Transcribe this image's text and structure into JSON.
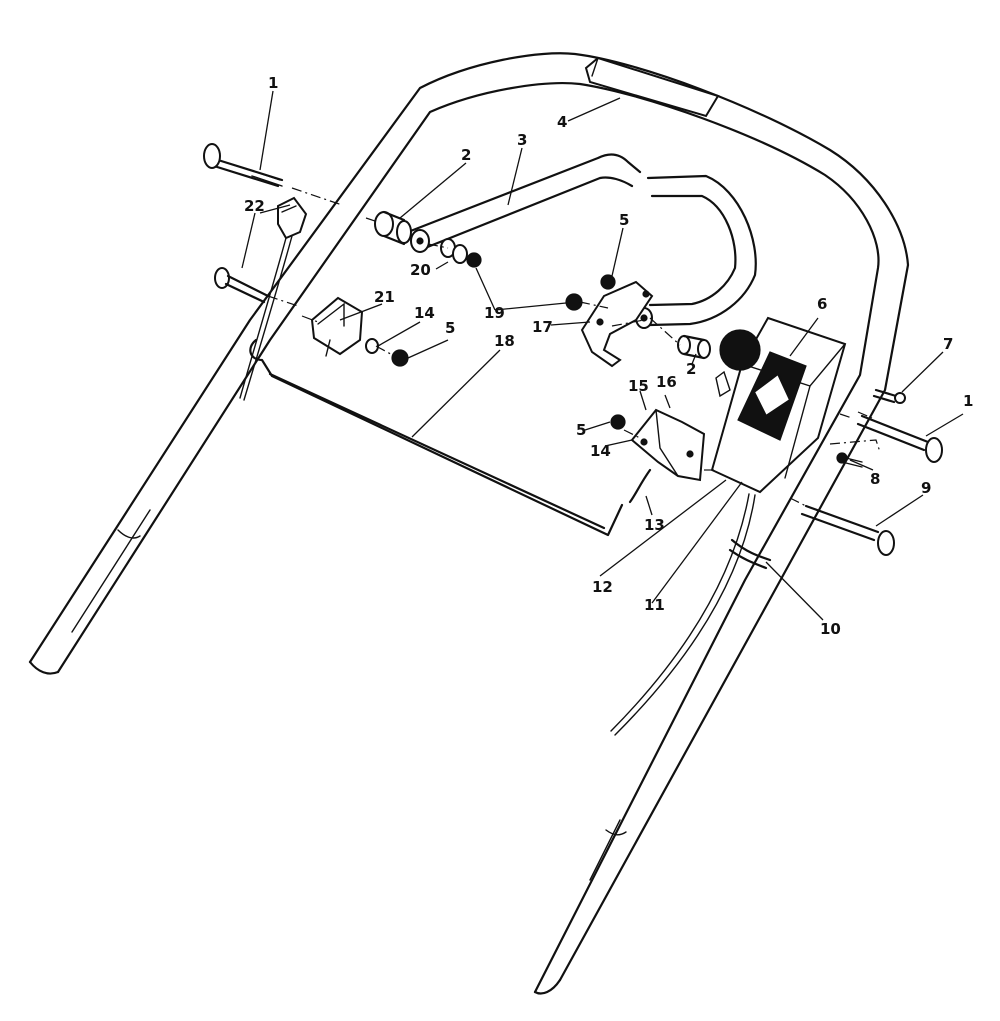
{
  "diagram": {
    "callouts": {
      "c1a": "1",
      "c1b": "1",
      "c2a": "2",
      "c2b": "2",
      "c3": "3",
      "c4": "4",
      "c5a": "5",
      "c5b": "5",
      "c5c": "5",
      "c6": "6",
      "c7": "7",
      "c8": "8",
      "c9": "9",
      "c10": "10",
      "c11": "11",
      "c12": "12",
      "c13": "13",
      "c14a": "14",
      "c14b": "14",
      "c15": "15",
      "c16": "16",
      "c17": "17",
      "c18": "18",
      "c19": "19",
      "c20": "20",
      "c21": "21",
      "c22": "22"
    }
  }
}
